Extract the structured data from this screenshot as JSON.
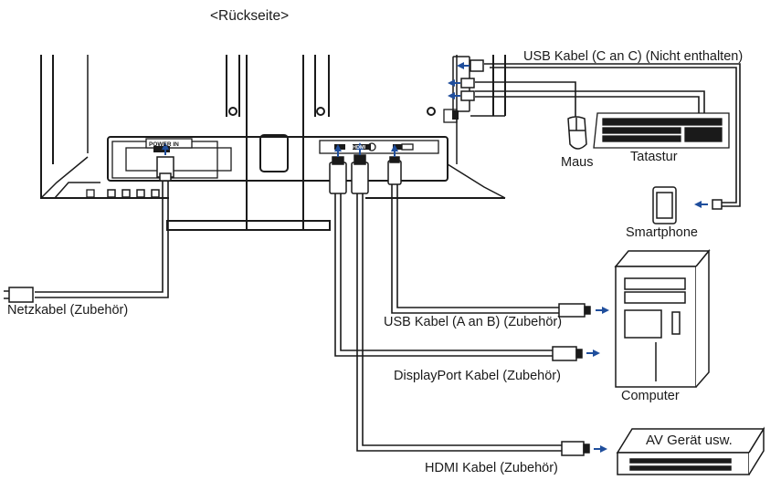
{
  "diagram": {
    "title": "<Rückseite>",
    "labels": {
      "usb_c_cable": "USB Kabel (C an C) (Nicht enthalten)",
      "mouse": "Maus",
      "keyboard": "Tatastur",
      "smartphone": "Smartphone",
      "power_cable": "Netzkabel (Zubehör)",
      "usb_ab_cable": "USB Kabel (A an B) (Zubehör)",
      "displayport_cable": "DisplayPort Kabel (Zubehör)",
      "computer": "Computer",
      "av_device": "AV Gerät usw.",
      "hdmi_cable": "HDMI Kabel (Zubehör)"
    },
    "port_labels": {
      "power": "POWER IN",
      "hdmi": "HDMI"
    },
    "colors": {
      "line": "#1a1a1a",
      "arrow": "#1f4e9c",
      "port_fill": "#1a1a1a"
    }
  }
}
